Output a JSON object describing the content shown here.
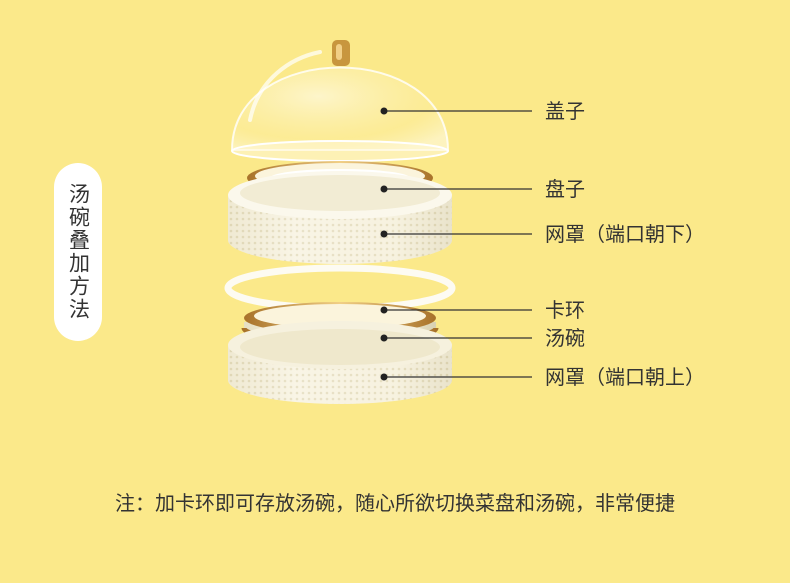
{
  "side_title": "汤碗叠加方法",
  "labels": [
    {
      "id": "lid",
      "text": "盖子"
    },
    {
      "id": "plate",
      "text": "盘子"
    },
    {
      "id": "mesh-top",
      "text": "网罩（端口朝下）"
    },
    {
      "id": "ring",
      "text": "卡环"
    },
    {
      "id": "bowl",
      "text": "汤碗"
    },
    {
      "id": "mesh-bottom",
      "text": "网罩（端口朝上）"
    }
  ],
  "note": "注：加卡环即可存放汤碗，随心所欲切换菜盘和汤碗，非常便捷",
  "colors": {
    "background": "#fbe98a",
    "pill": "#ffffff",
    "text": "#333333",
    "gold": "#c8963e",
    "mesh": "#f5f0dd"
  }
}
